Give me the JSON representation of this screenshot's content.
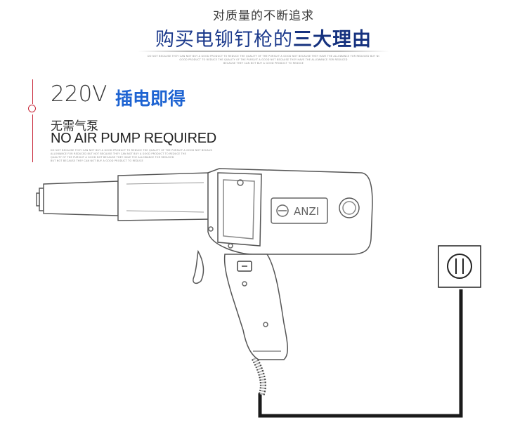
{
  "header": {
    "subtitle": "对质量的不断追求",
    "title_part1": "购买电铆钉枪的",
    "title_part2": "三大理由",
    "fine_print": [
      "DO NOT BECAUSE THEY CAN NOT BUY A GOOD PRODUCT TO REDUCE THE QUALITY OF THE PURSUIT A GOOD NOT BECAUSE THEY HAVE THE ALLOWANCE FOR REDUCED BUT NOT BECAUSE THEY CAN NOT BUY A",
      "GOOD PRODUCT TO REDUCE THE QUALITY OF THE PURSUIT A GOOD NOT BECAUSE THEY HAVE THE ALLOWANCE FOR REDUCED",
      "BECAUSE THEY CAN NOT BUY A GOOD PRODUCT TO REDUCE"
    ]
  },
  "feature": {
    "voltage": "220V",
    "plug_text": "插电即得",
    "cn_desc": "无需气泵",
    "en_desc": "NO AIR PUMP REQUIRED",
    "fine_print": [
      "DO NOT BECAUSE THEY CAN NOT BUY A GOOD PRODUCT TO REDUCE THE QUALITY OF THE PURSUIT A GOOD NOT BECAUSE THEY HAVE THE",
      "ALLOWANCE FOR REDUCED BUT NOT BECAUSE THEY CAN NOT BUY A GOOD PRODUCT TO REDUCE THE",
      "QUALITY OF THE PURSUIT A GOOD NOT BECAUSE THEY HAVE THE ALLOWANCE FOR REDUCED",
      "BUT NOT BECAUSE THEY CAN NOT BUY A GOOD PRODUCT TO REDUCE"
    ]
  },
  "product": {
    "brand": "ANZI"
  },
  "colors": {
    "title_blue": "#1c3a8c",
    "accent_blue": "#1d63d2",
    "side_red": "#c8283a",
    "cable_black": "#1a1a1a"
  }
}
